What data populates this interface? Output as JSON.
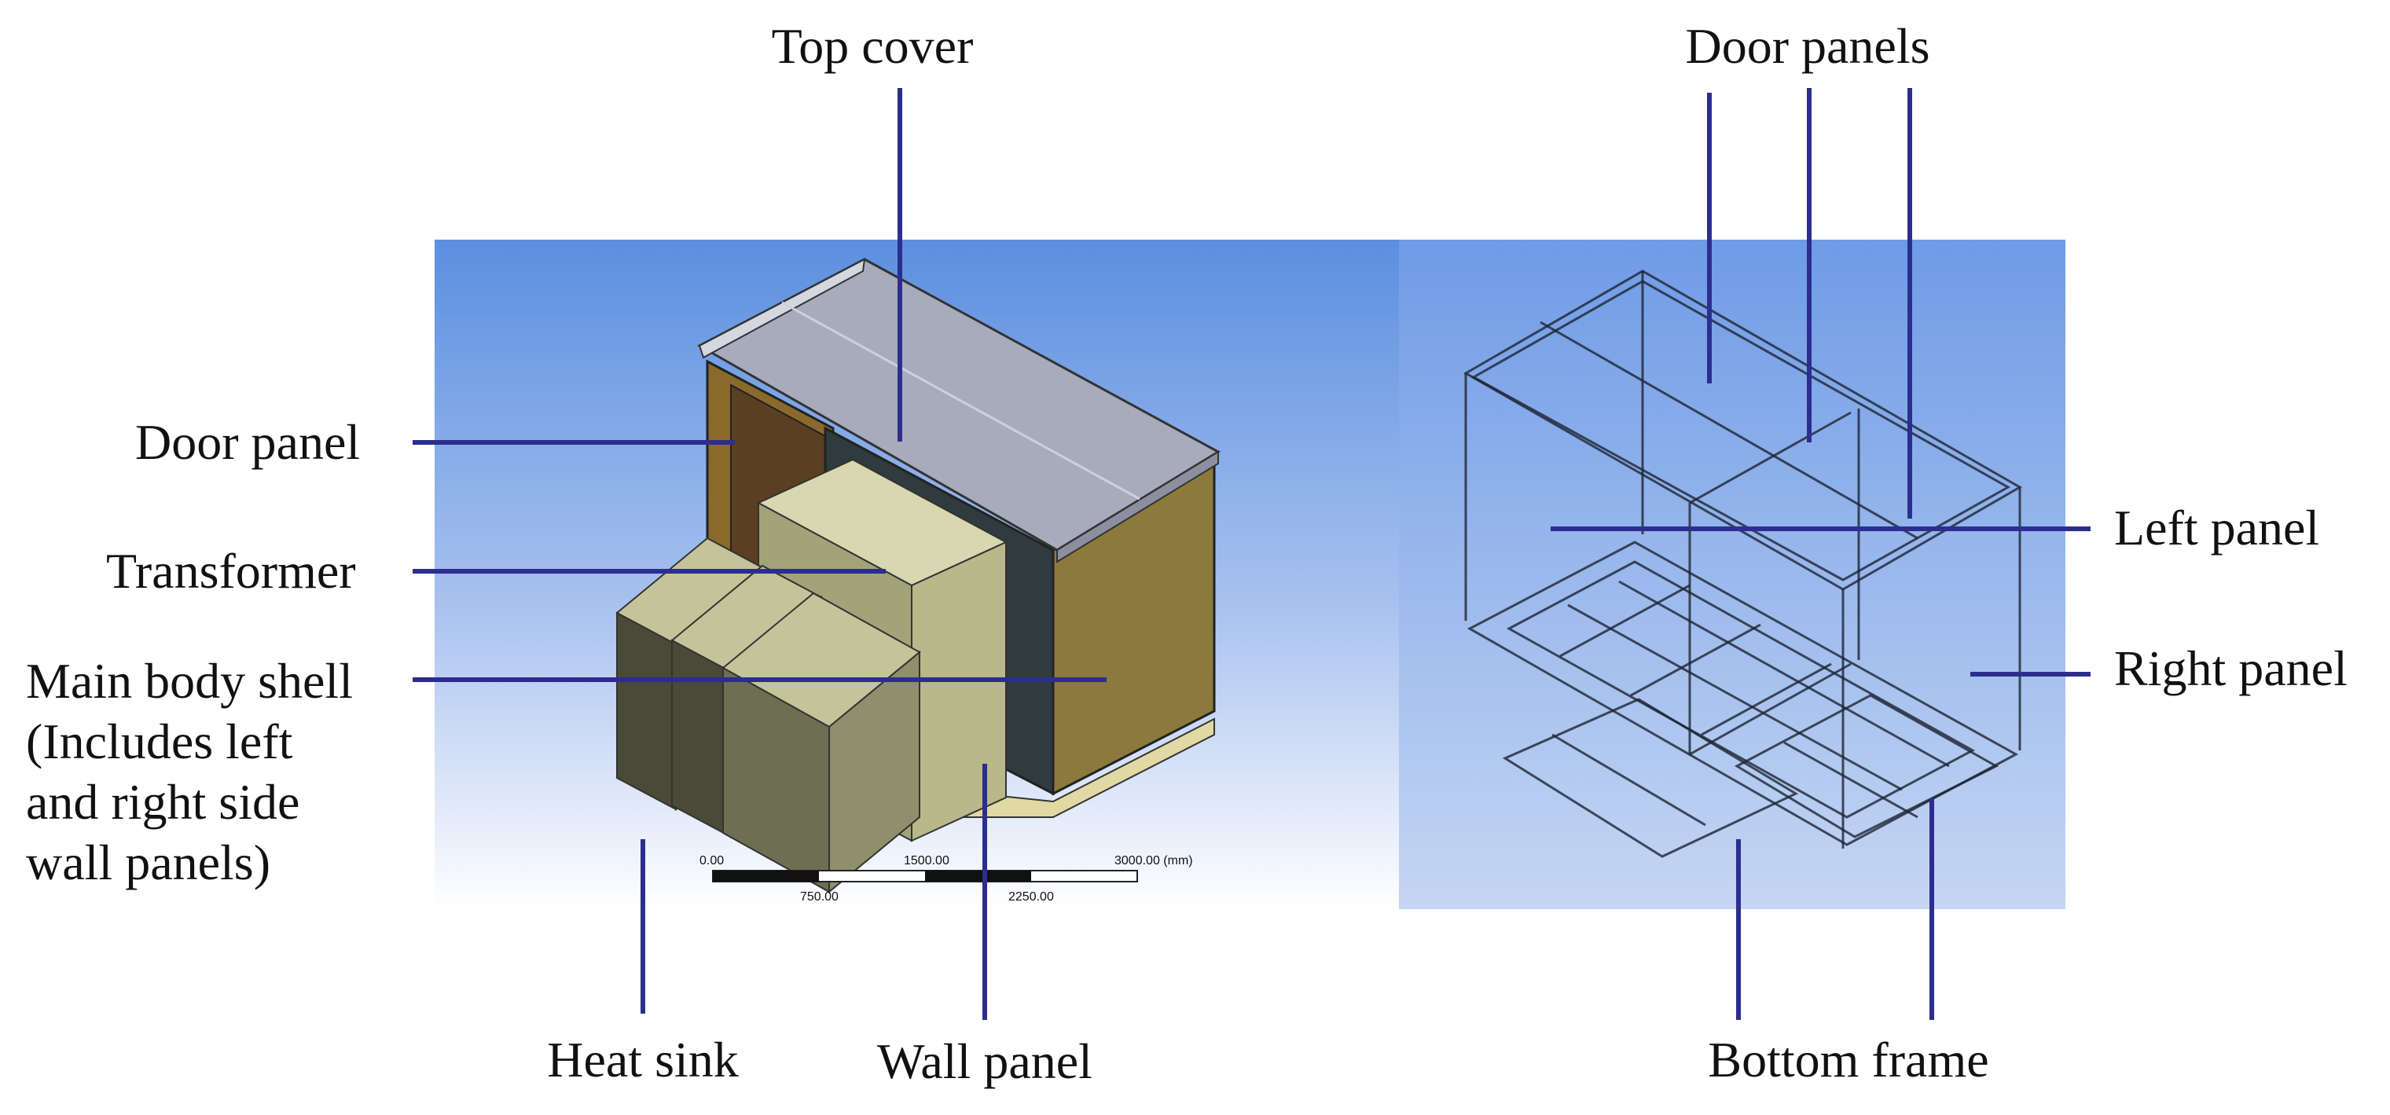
{
  "labels": {
    "top_cover": "Top cover",
    "door_panels": "Door panels",
    "door_panel": "Door panel",
    "transformer": "Transformer",
    "main_body_shell": [
      "Main body shell",
      "(Includes left",
      "and right side",
      "wall panels)"
    ],
    "left_panel": "Left panel",
    "right_panel": "Right panel",
    "heat_sink": "Heat sink",
    "wall_panel": "Wall panel",
    "bottom_frame": "Bottom frame"
  },
  "scale_bar": {
    "top_ticks": [
      "0.00",
      "1500.00",
      "3000.00 (mm)"
    ],
    "bottom_ticks": [
      "750.00",
      "2250.00"
    ]
  },
  "colors": {
    "leader_line": "#2c2e8f",
    "viewport_top": "#5b8fe0",
    "viewport_bottom": "#ffffff",
    "wireframe_bg_top": "#6f9be6",
    "wireframe_bg_bottom": "#c5d6f3",
    "top_cover": "#a8abbb",
    "body_side": "#8b7a3c",
    "transformer": "#b8b88a",
    "heat_sink": "#8f8f6c"
  }
}
